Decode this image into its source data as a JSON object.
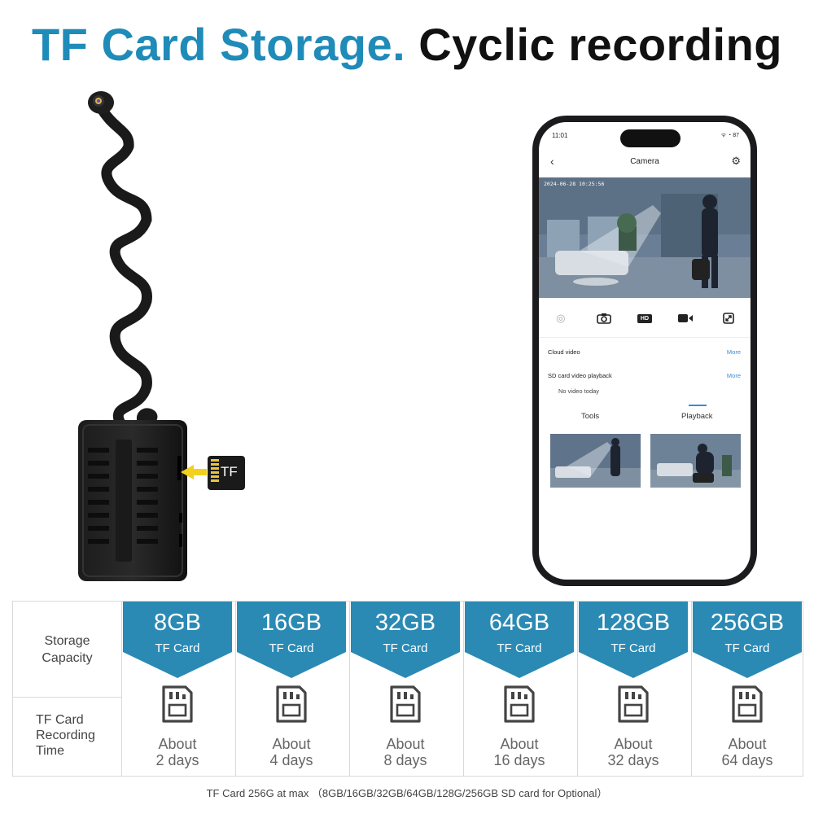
{
  "headline": {
    "part1": "TF Card Storage.",
    "part2": "Cyclic recording"
  },
  "tf_card_label": "TF",
  "phone": {
    "status_time": "11:01",
    "status_icons": "ᯤ ◔ 87",
    "title": "Camera",
    "timestamp": "2024-06-28 10:25:56",
    "cloud_video": "Cloud video",
    "cloud_more": "More",
    "sd_playback": "SD card video playback",
    "sd_more": "More",
    "no_video": "No video today",
    "tab_tools": "Tools",
    "tab_playback": "Playback",
    "hd_label": "HD"
  },
  "table": {
    "row1_head": "Storage\nCapacity",
    "row2_head": "TF Card\nRecording\nTime",
    "card_label": "TF Card",
    "about": "About",
    "columns": [
      {
        "capacity": "8GB",
        "days": "2 days"
      },
      {
        "capacity": "16GB",
        "days": "4 days"
      },
      {
        "capacity": "32GB",
        "days": "8 days"
      },
      {
        "capacity": "64GB",
        "days": "16 days"
      },
      {
        "capacity": "128GB",
        "days": "32 days"
      },
      {
        "capacity": "256GB",
        "days": "64 days"
      }
    ]
  },
  "footnote": "TF Card 256G at max （8GB/16GB/32GB/64GB/128G/256GB SD card for Optional）",
  "colors": {
    "brand_blue": "#1f8bb8",
    "banner_blue": "#2a8ab4",
    "tf_arrow": "#f2d11e"
  }
}
